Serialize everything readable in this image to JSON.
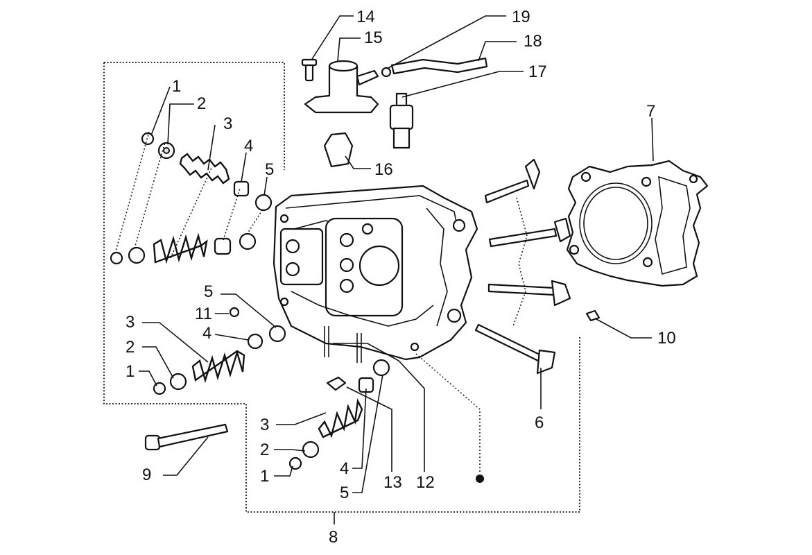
{
  "diagram": {
    "callouts": [
      {
        "key": "c14a",
        "text": "14"
      },
      {
        "key": "c15a",
        "text": "15"
      },
      {
        "key": "c19a",
        "text": "19"
      },
      {
        "key": "c18a",
        "text": "18"
      },
      {
        "key": "c17a",
        "text": "17"
      },
      {
        "key": "c16a",
        "text": "16"
      },
      {
        "key": "c7a",
        "text": "7"
      },
      {
        "key": "c1a",
        "text": "1"
      },
      {
        "key": "c2a",
        "text": "2"
      },
      {
        "key": "c3a",
        "text": "3"
      },
      {
        "key": "c4a",
        "text": "4"
      },
      {
        "key": "c5a",
        "text": "5"
      },
      {
        "key": "c5b",
        "text": "5"
      },
      {
        "key": "c11a",
        "text": "11"
      },
      {
        "key": "c4b",
        "text": "4"
      },
      {
        "key": "c3b",
        "text": "3"
      },
      {
        "key": "c2b",
        "text": "2"
      },
      {
        "key": "c1b",
        "text": "1"
      },
      {
        "key": "c10a",
        "text": "10"
      },
      {
        "key": "c6a",
        "text": "6"
      },
      {
        "key": "c3c",
        "text": "3"
      },
      {
        "key": "c2c",
        "text": "2"
      },
      {
        "key": "c1c",
        "text": "1"
      },
      {
        "key": "c4c",
        "text": "4"
      },
      {
        "key": "c5c",
        "text": "5"
      },
      {
        "key": "c13a",
        "text": "13"
      },
      {
        "key": "c12a",
        "text": "12"
      },
      {
        "key": "c9a",
        "text": "9"
      },
      {
        "key": "c8a",
        "text": "8"
      }
    ]
  }
}
